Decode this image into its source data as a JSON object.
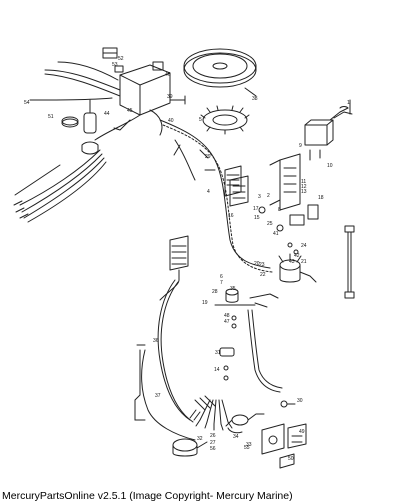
{
  "caption": "MercuryPartsOnline v2.5.1 (Image Copyright- Mercury Marine)",
  "callouts": [
    "1",
    "2",
    "3",
    "4",
    "5",
    "6",
    "7",
    "8",
    "9",
    "10",
    "11",
    "12",
    "13",
    "14",
    "15",
    "16",
    "17",
    "18",
    "19",
    "20",
    "21",
    "22",
    "23",
    "24",
    "25",
    "26",
    "27",
    "28",
    "29",
    "30",
    "31",
    "32",
    "33",
    "34",
    "35",
    "36",
    "37",
    "38",
    "39",
    "40",
    "41",
    "42",
    "43",
    "44",
    "45",
    "46",
    "47",
    "48",
    "49",
    "50",
    "51",
    "52",
    "53",
    "54",
    "55",
    "56"
  ],
  "icons": [
    "flywheel",
    "stator",
    "ignition-switch-pack",
    "rectifier",
    "harness",
    "coil",
    "starter-solenoid",
    "fuse-holder",
    "battery-cables"
  ]
}
